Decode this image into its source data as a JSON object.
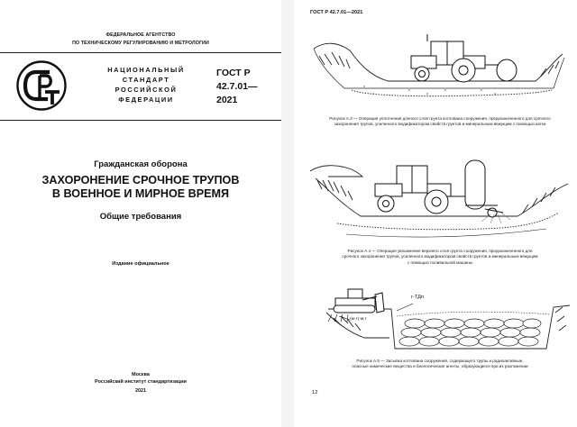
{
  "left_page": {
    "agency_line_1": "ФЕДЕРАЛЬНОЕ АГЕНТСТВО",
    "agency_line_2": "ПО ТЕХНИЧЕСКОМУ РЕГУЛИРОВАНИЮ И МЕТРОЛОГИИ",
    "national_standard": [
      "НАЦИОНАЛЬНЫЙ",
      "СТАНДАРТ",
      "РОССИЙСКОЙ",
      "ФЕДЕРАЦИИ"
    ],
    "gost_lines": [
      "ГОСТ Р",
      "42.7.01—",
      "2021"
    ],
    "subject": "Гражданская оборона",
    "title_lines": [
      "ЗАХОРОНЕНИЕ СРОЧНОЕ ТРУПОВ",
      "В ВОЕННОЕ И МИРНОЕ ВРЕМЯ"
    ],
    "subtitle": "Общие требования",
    "edition": "Издание официальное",
    "footer_lines": [
      "Москва",
      "Российский институт стандартизации",
      "2021"
    ]
  },
  "right_page": {
    "running_header": "ГОСТ Р 42.7.01—2021",
    "captions": {
      "a3_line1": "Рисунок А.3 — Операция уплотнения донного слоя грунта котлована сооружения, предназначенного для срочного",
      "a3_line2": "захоронения трупов, усиленного модификатором свойств грунтов и минеральным вяжущим с помощью катка",
      "a4_line1": "Рисунок А.4 — Операция увлажнения верхнего слоя грунта сооружения, предназначенного для",
      "a4_line2": "срочного захоронения трупов, усиленного модификатором свойств грунтов и минеральным вяжущим",
      "a4_line3": "с помощью поливальной машины",
      "a5_line1": "Рисунок А.5 — Засыпка котлована сооружения, содержащего трупы и радиоактивные,",
      "a5_line2": "опасные химические вещества и биологические агенты, образующиеся при их разложении"
    },
    "figure_labels": {
      "tdp": "г-ТДп",
      "mt": "(м-т)-м,т"
    },
    "page_number": "12"
  }
}
